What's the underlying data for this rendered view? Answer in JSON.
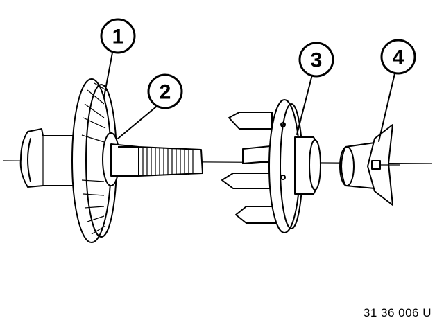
{
  "callouts": [
    {
      "label": "1"
    },
    {
      "label": "2"
    },
    {
      "label": "3"
    },
    {
      "label": "4"
    }
  ],
  "figure_reference": "31 36 006 U"
}
